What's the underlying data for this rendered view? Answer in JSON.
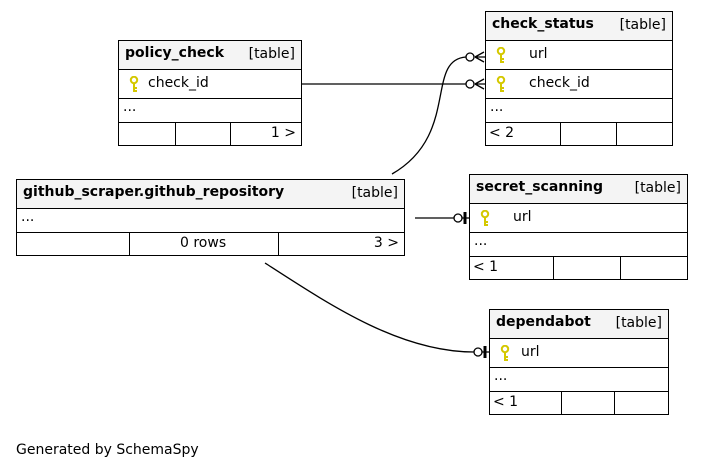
{
  "tables": {
    "policy_check": {
      "name": "policy_check",
      "kind": "[table]",
      "columns": [
        "check_id"
      ],
      "ellipsis": "...",
      "footer": [
        "",
        "",
        "1 >"
      ]
    },
    "check_status": {
      "name": "check_status",
      "kind": "[table]",
      "columns": [
        "url",
        "check_id"
      ],
      "ellipsis": "...",
      "footer": [
        "< 2",
        "",
        ""
      ]
    },
    "github_repository": {
      "name": "github_scraper.github_repository",
      "kind": "[table]",
      "ellipsis": "...",
      "footer": [
        "",
        "0 rows",
        "3 >"
      ]
    },
    "secret_scanning": {
      "name": "secret_scanning",
      "kind": "[table]",
      "columns": [
        "url"
      ],
      "ellipsis": "...",
      "footer": [
        "< 1",
        "",
        ""
      ]
    },
    "dependabot": {
      "name": "dependabot",
      "kind": "[table]",
      "columns": [
        "url"
      ],
      "ellipsis": "...",
      "footer": [
        "< 1",
        "",
        ""
      ]
    }
  },
  "generated_by": "Generated by SchemaSpy",
  "colors": {
    "key": "#d4c800",
    "header_bg": "#f4f4f4",
    "line": "#000000"
  },
  "icons": {
    "primary_key": "key-icon"
  }
}
